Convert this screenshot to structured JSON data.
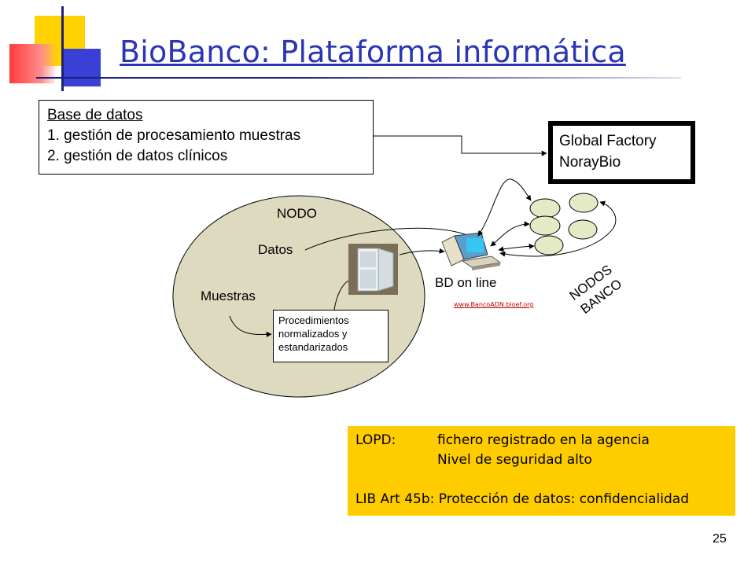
{
  "slide": {
    "title": "BioBanco: Plataforma informática",
    "page_number": "25"
  },
  "database_box": {
    "heading": "Base de datos",
    "items": [
      "1. gestión de procesamiento muestras",
      "2. gestión de datos clínicos"
    ]
  },
  "global_factory_box": {
    "lines": [
      "Global Factory",
      "NorayBio"
    ]
  },
  "nodo": {
    "label": "NODO",
    "datos_label": "Datos",
    "muestras_label": "Muestras",
    "procedures": [
      "Procedimientos",
      "normalizados y",
      "estandarizados"
    ]
  },
  "bd_online": {
    "label": "BD on line",
    "url": "www.BancoADN.bioef.org"
  },
  "nodos_banco": {
    "lines": [
      "NODOS",
      "BANCO"
    ]
  },
  "legal_box": {
    "lopd_key": "LOPD:",
    "lopd_lines": [
      "fichero registrado en la agencia",
      "Nivel de seguridad alto"
    ],
    "lib_line": "LIB Art 45b: Protección de datos: confidencialidad"
  },
  "colors": {
    "title": "#2b35b5",
    "ellipse_fill": "#dddac0",
    "node_fill": "#e3ebc6",
    "legal_box": "#ffcc00",
    "url": "#c00000"
  }
}
